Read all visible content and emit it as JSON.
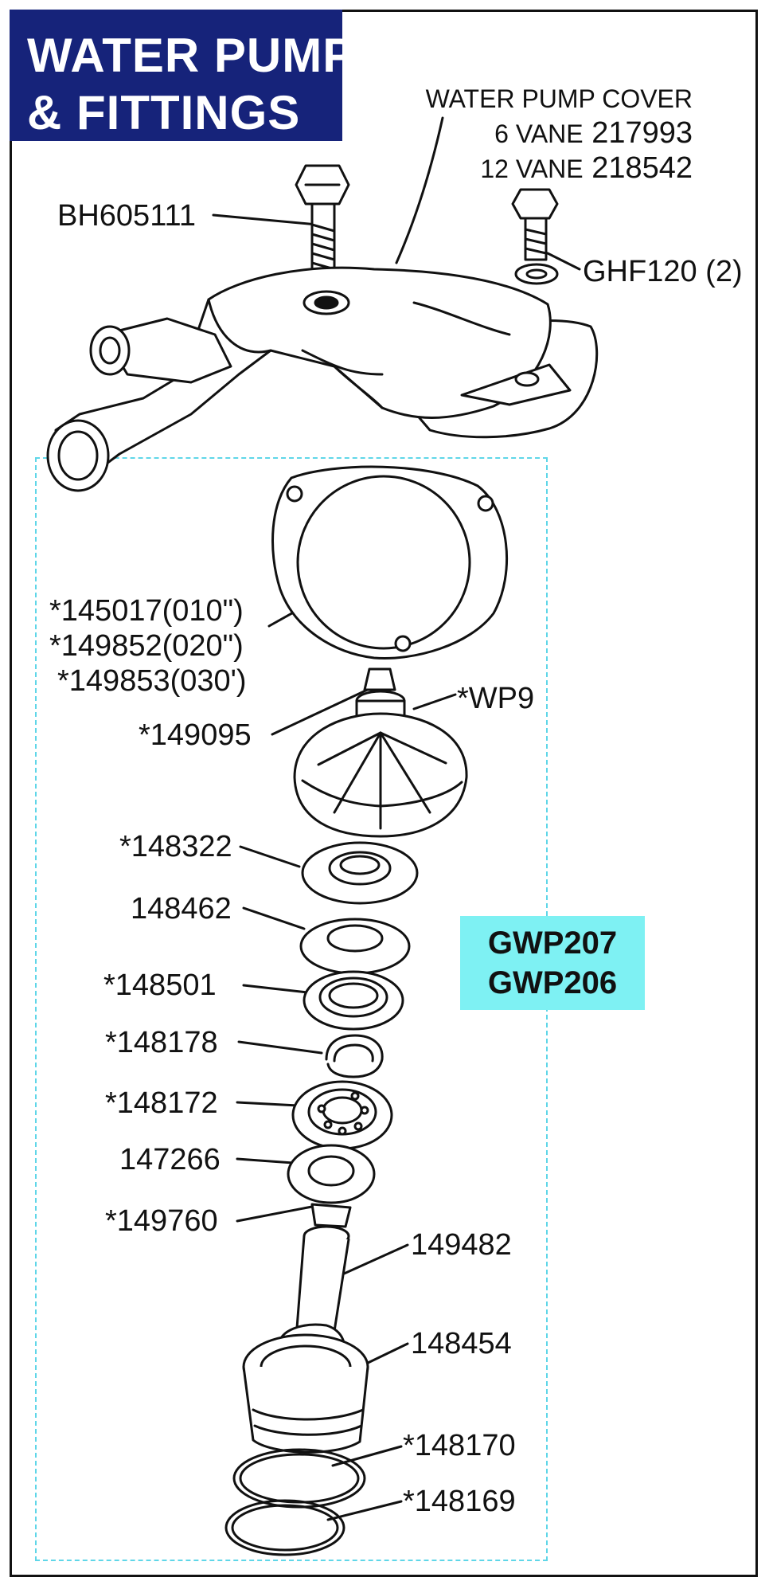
{
  "title": {
    "line1": "WATER PUMP",
    "line2": "& FITTINGS"
  },
  "cover": {
    "label": "WATER PUMP COVER",
    "vane6_label": "6 VANE",
    "vane6_part": "217993",
    "vane12_label": "12 VANE",
    "vane12_part": "218542"
  },
  "kit": {
    "part1": "GWP207",
    "part2": "GWP206"
  },
  "callouts": {
    "bolt": "BH605111",
    "washer": "GHF120 (2)",
    "gasket1": "*145017(010\")",
    "gasket2": "*149852(020\")",
    "gasket3": "*149853(030')",
    "wp9": "*WP9",
    "p149095": "*149095",
    "p148322": "*148322",
    "p148462": "148462",
    "p148501": "*148501",
    "p148178": "*148178",
    "p148172": "*148172",
    "p147266": "147266",
    "p149760": "*149760",
    "p149482": "149482",
    "p148454": "148454",
    "p148170": "*148170",
    "p148169": "*148169"
  },
  "colors": {
    "title_bg": "#16237a",
    "title_text": "#ffffff",
    "kit_bg": "#7ef1f3",
    "dashed": "#5fd6e8",
    "ink": "#111111"
  },
  "icons": [
    "hex-bolt-icon",
    "washer-icon",
    "pump-cover-icon",
    "gasket-icon",
    "impeller-icon",
    "seal-icon",
    "bearing-icon",
    "circlip-icon",
    "spindle-icon",
    "pump-body-icon",
    "o-ring-icon"
  ]
}
